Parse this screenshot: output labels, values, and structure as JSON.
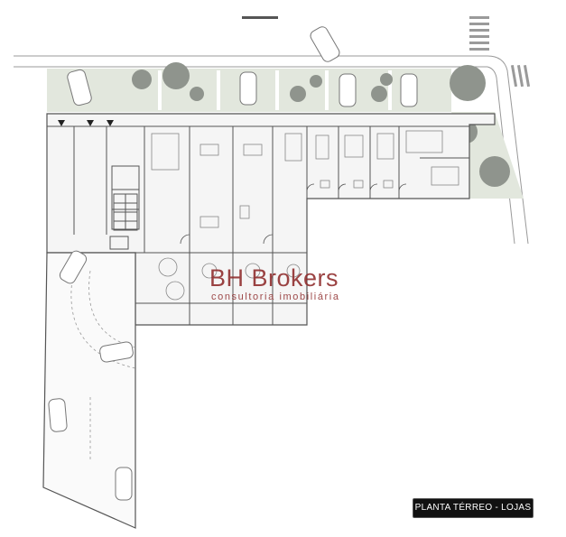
{
  "watermark": {
    "brand": "BH Brokers",
    "tagline": "consultoria imobiliária",
    "color": "#8e2a2a"
  },
  "plan_label": "PLANTA TÉRREO - LOJAS",
  "colors": {
    "lines": "#555555",
    "light_lines": "#b5b5b5",
    "greenery": "#e2e7dd",
    "trees": "#8f948d",
    "floor": "#f5f5f5"
  }
}
